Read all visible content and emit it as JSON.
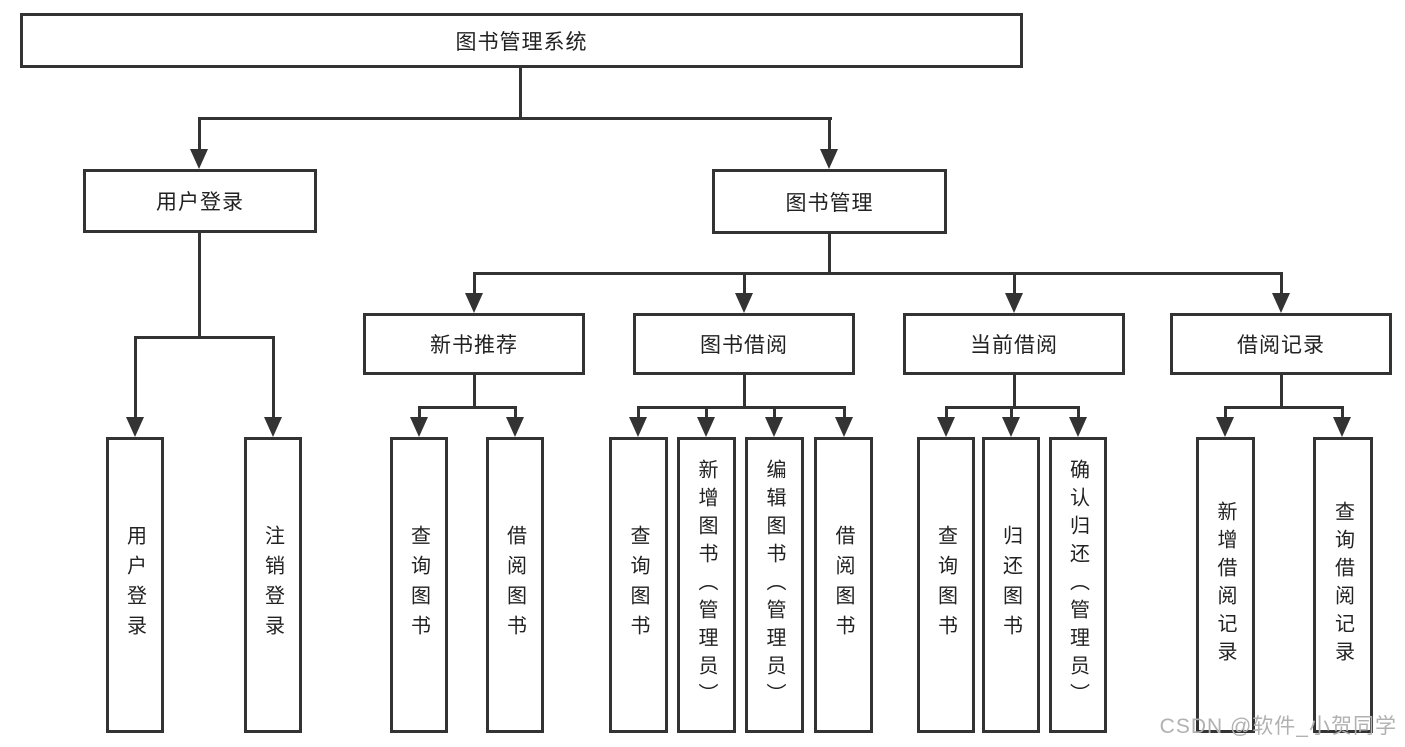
{
  "diagram": {
    "title": "图书管理系统",
    "level2": {
      "user_login": "用户登录",
      "book_mgmt": "图书管理"
    },
    "level3": {
      "new_book": "新书推荐",
      "book_borrow": "图书借阅",
      "current_borrow": "当前借阅",
      "borrow_record": "借阅记录"
    },
    "leaves": {
      "user_login": [
        "用户登录",
        "注销登录"
      ],
      "new_book": [
        "查询图书",
        "借阅图书"
      ],
      "book_borrow": [
        "查询图书",
        "新增图书（管理员）",
        "编辑图书（管理员）",
        "借阅图书"
      ],
      "current_borrow": [
        "查询图书",
        "归还图书",
        "确认归还（管理员）"
      ],
      "borrow_record": [
        "新增借阅记录",
        "查询借阅记录"
      ]
    }
  },
  "watermark": {
    "text": "CSDN @软件_小贺同学"
  },
  "colors": {
    "line": "#333333",
    "text": "#222222",
    "background": "#ffffff",
    "watermark": "#b1b1b1"
  }
}
